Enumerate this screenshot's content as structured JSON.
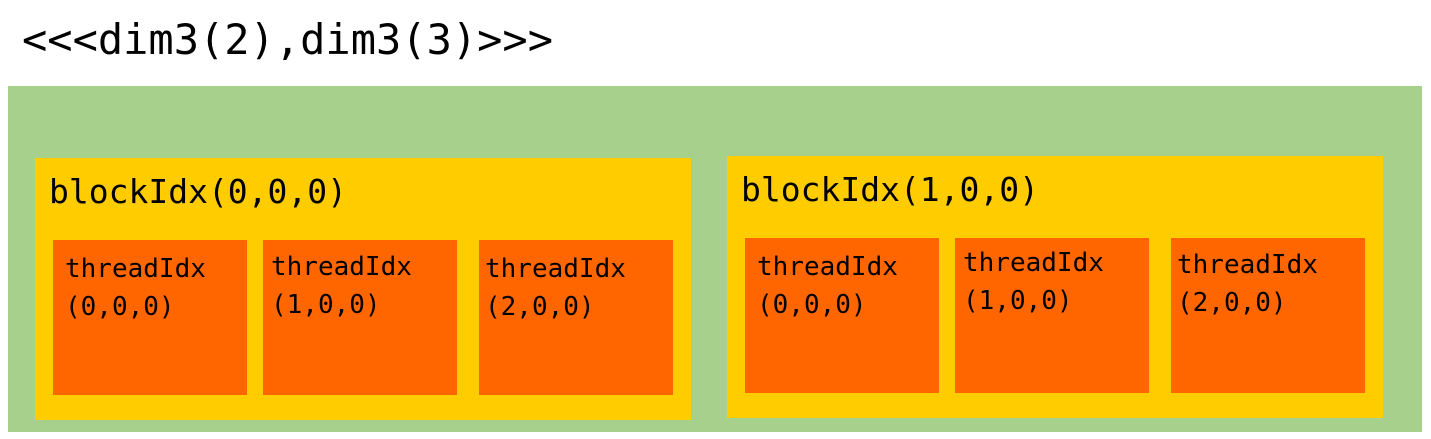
{
  "launch_config": "<<<dim3(2),dim3(3)>>>",
  "colors": {
    "grid_background": "#a8d08d",
    "block_background": "#ffcc00",
    "thread_background": "#ff6600"
  },
  "blocks": [
    {
      "label": "blockIdx(0,0,0)",
      "threads": [
        {
          "name": "threadIdx",
          "index": "(0,0,0)"
        },
        {
          "name": "threadIdx",
          "index": "(1,0,0)"
        },
        {
          "name": "threadIdx",
          "index": "(2,0,0)"
        }
      ]
    },
    {
      "label": "blockIdx(1,0,0)",
      "threads": [
        {
          "name": "threadIdx",
          "index": "(0,0,0)"
        },
        {
          "name": "threadIdx",
          "index": "(1,0,0)"
        },
        {
          "name": "threadIdx",
          "index": "(2,0,0)"
        }
      ]
    }
  ]
}
